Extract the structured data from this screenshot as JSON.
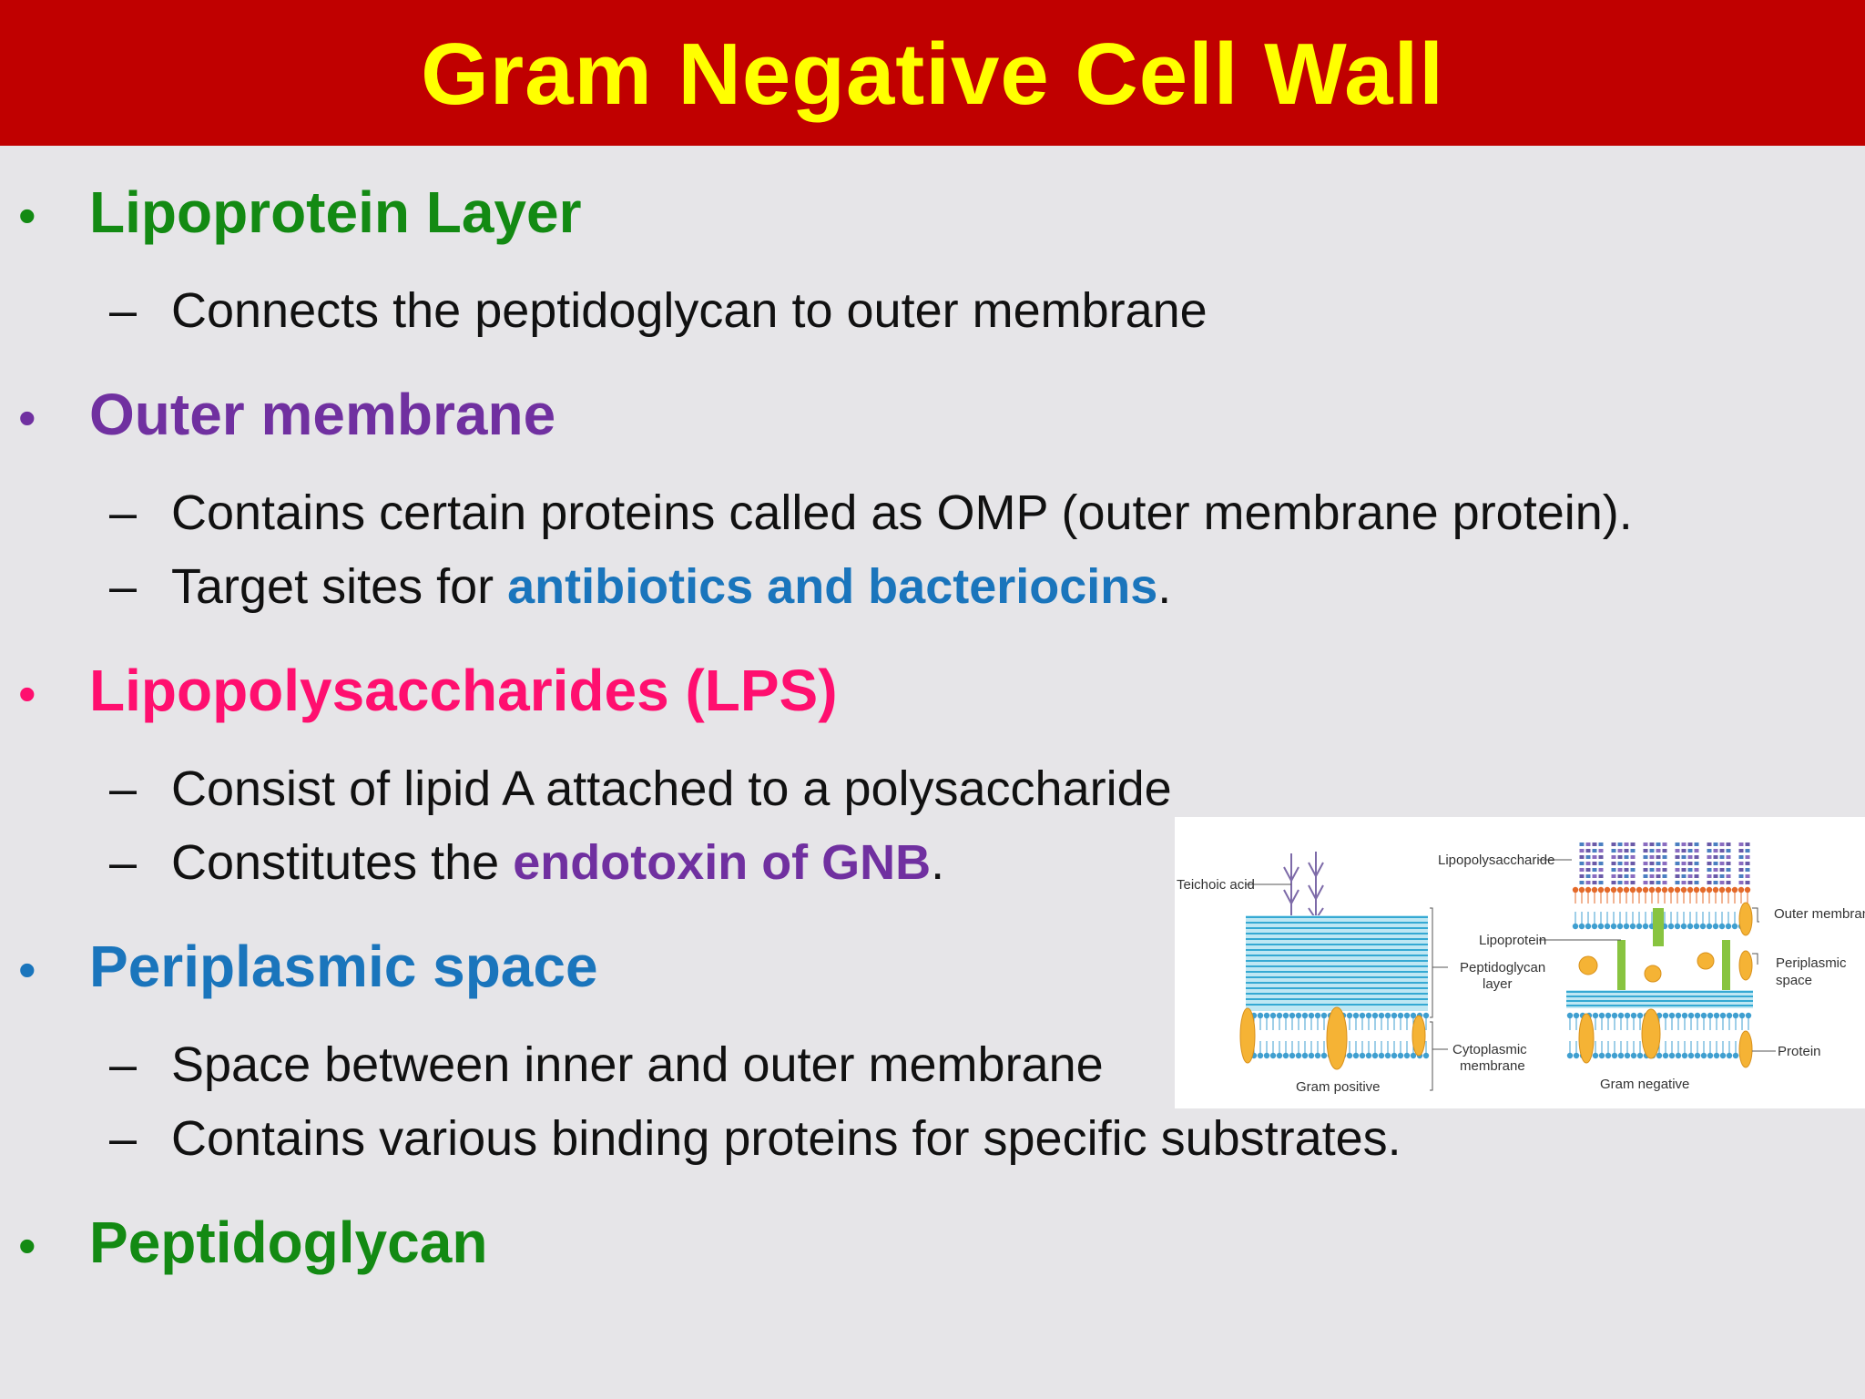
{
  "title": "Gram Negative Cell Wall",
  "colors": {
    "title_bg": "#c00000",
    "title_text": "#ffff00",
    "green": "#138a13",
    "purple": "#7030a0",
    "pink": "#ff0f6f",
    "blue": "#1a75bc"
  },
  "sections": [
    {
      "heading": "Lipoprotein Layer",
      "items": [
        {
          "text": "Connects the peptidoglycan to outer membrane"
        }
      ]
    },
    {
      "heading": "Outer membrane",
      "items": [
        {
          "text": "Contains certain proteins called as OMP (outer membrane protein)."
        },
        {
          "prefix": "Target sites for ",
          "highlight": "antibiotics and bacteriocins",
          "suffix": "."
        }
      ]
    },
    {
      "heading": "Lipopolysaccharides (LPS)",
      "items": [
        {
          "text": "Consist of lipid A attached to a polysaccharide"
        },
        {
          "prefix": "Constitutes the ",
          "highlight": "endotoxin of GNB",
          "suffix": "."
        }
      ]
    },
    {
      "heading": "Periplasmic space",
      "items": [
        {
          "text": "Space between inner and outer membrane"
        },
        {
          "text": "Contains various binding proteins for specific substrates."
        }
      ]
    },
    {
      "heading": "Peptidoglycan",
      "items": []
    }
  ],
  "bullet_char": "•",
  "dash_char": "–",
  "figure": {
    "labels": {
      "teichoic_acid": "Teichoic acid",
      "lipopolysaccharide": "Lipopolysaccharide",
      "outer_membrane": "Outer membrane",
      "lipoprotein": "Lipoprotein",
      "peptidoglycan_layer_1": "Peptidoglycan",
      "peptidoglycan_layer_2": "layer",
      "periplasmic_space_1": "Periplasmic",
      "periplasmic_space_2": "space",
      "cytoplasmic_membrane_1": "Cytoplasmic",
      "cytoplasmic_membrane_2": "membrane",
      "protein": "Protein",
      "gram_positive": "Gram positive",
      "gram_negative": "Gram negative"
    }
  }
}
